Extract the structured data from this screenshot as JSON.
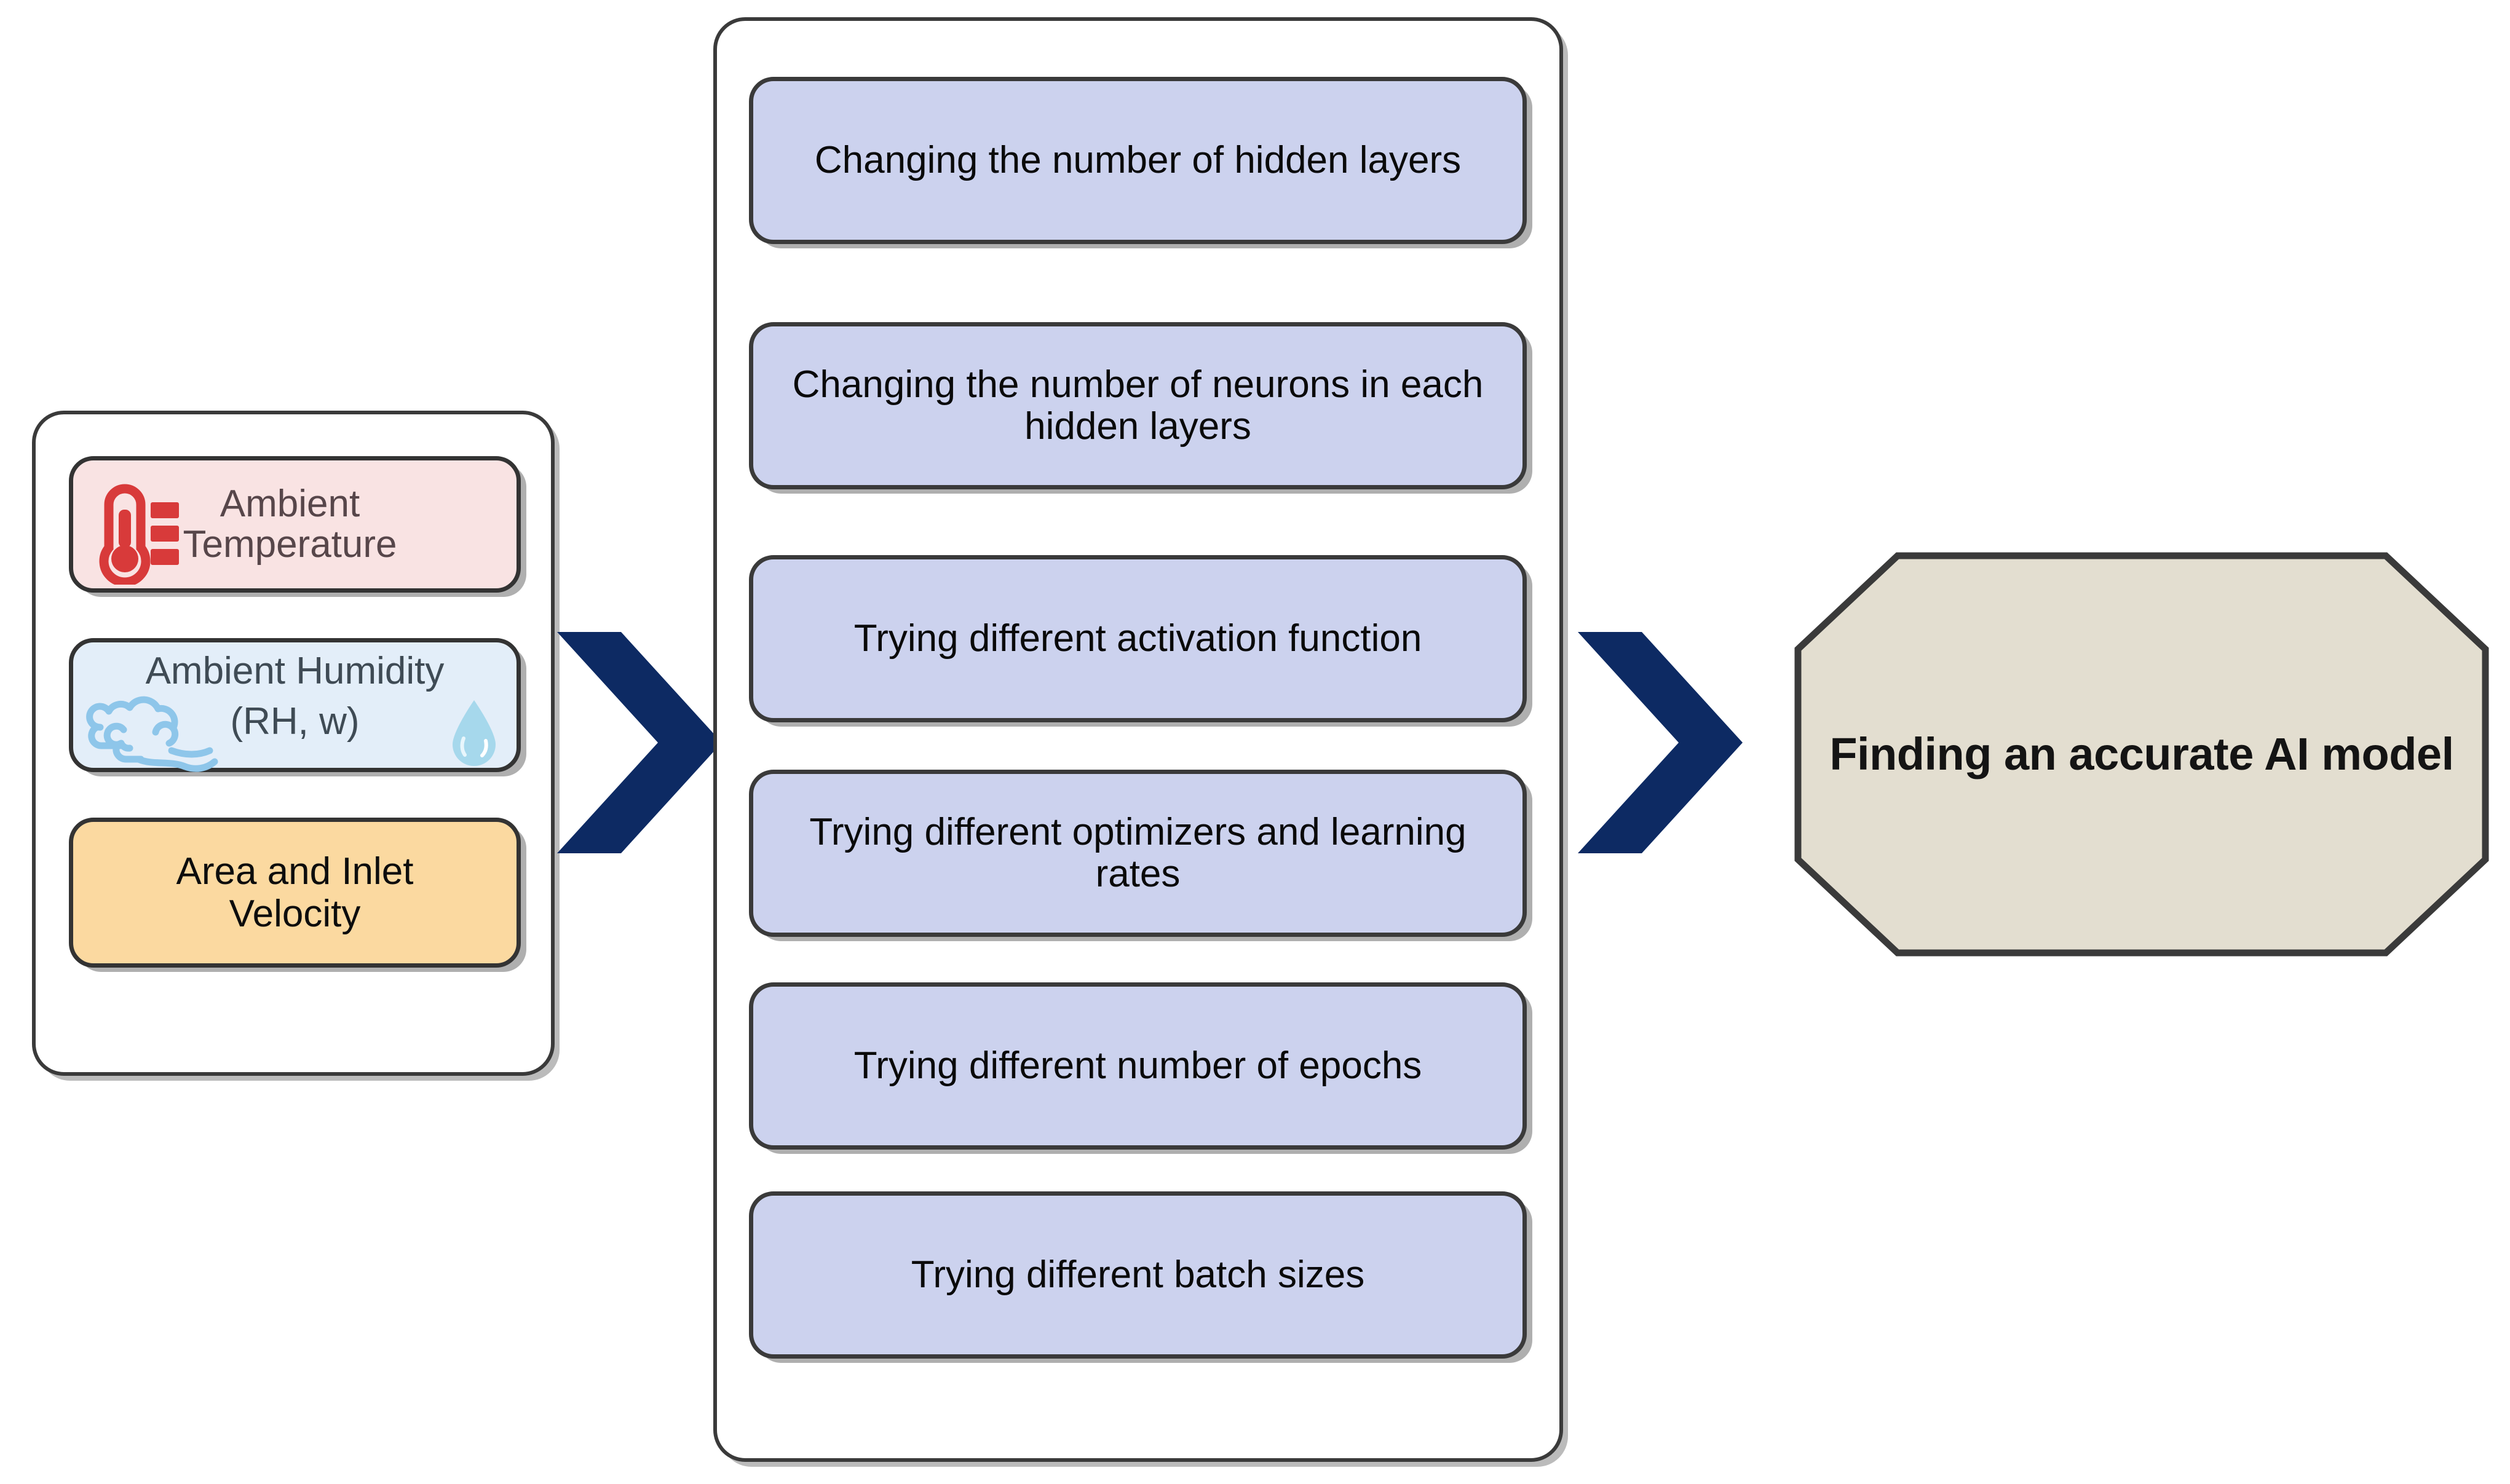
{
  "colors": {
    "arrow_navy": "#0d2a63",
    "panel_border": "#3a3a3a",
    "temperature_fill": "#f9e3e3",
    "humidity_fill": "#e3eef9",
    "area_fill": "#fbd9a0",
    "step_fill": "#ccd2ee",
    "octagon_fill": "#e3ded0",
    "thermometer_red": "#d83a3a",
    "cloud_blue": "#8ec6ea",
    "droplet_blue": "#a6d8ec",
    "temperature_text": "#57464a",
    "humidity_text": "#3f4b55"
  },
  "inputs": {
    "items": [
      {
        "id": "temperature",
        "label": "Ambient\nTemperature",
        "line1": "Ambient",
        "line2": "Temperature",
        "icon": "thermometer-icon"
      },
      {
        "id": "humidity",
        "label": "Ambient Humidity (RH, w)",
        "line1": "Ambient Humidity",
        "line2": "(RH, w)",
        "icons": [
          "cloud-icon",
          "water-droplet-icon"
        ]
      },
      {
        "id": "area-inlet-velocity",
        "label": "Area and Inlet Velocity",
        "line1": "Area and Inlet",
        "line2": "Velocity"
      }
    ]
  },
  "tuning": {
    "steps": [
      "Changing the number of hidden layers",
      "Changing the number of neurons in each hidden layers",
      "Trying different activation function",
      "Trying different optimizers and learning rates",
      "Trying different number of epochs",
      "Trying different batch sizes"
    ]
  },
  "outcome": {
    "label": "Finding an accurate AI model"
  },
  "arrows": [
    {
      "id": "arrow-inputs-to-tuning",
      "direction": "right",
      "glyph": "chevron-right-icon"
    },
    {
      "id": "arrow-tuning-to-outcome",
      "direction": "right",
      "glyph": "chevron-right-icon"
    }
  ]
}
